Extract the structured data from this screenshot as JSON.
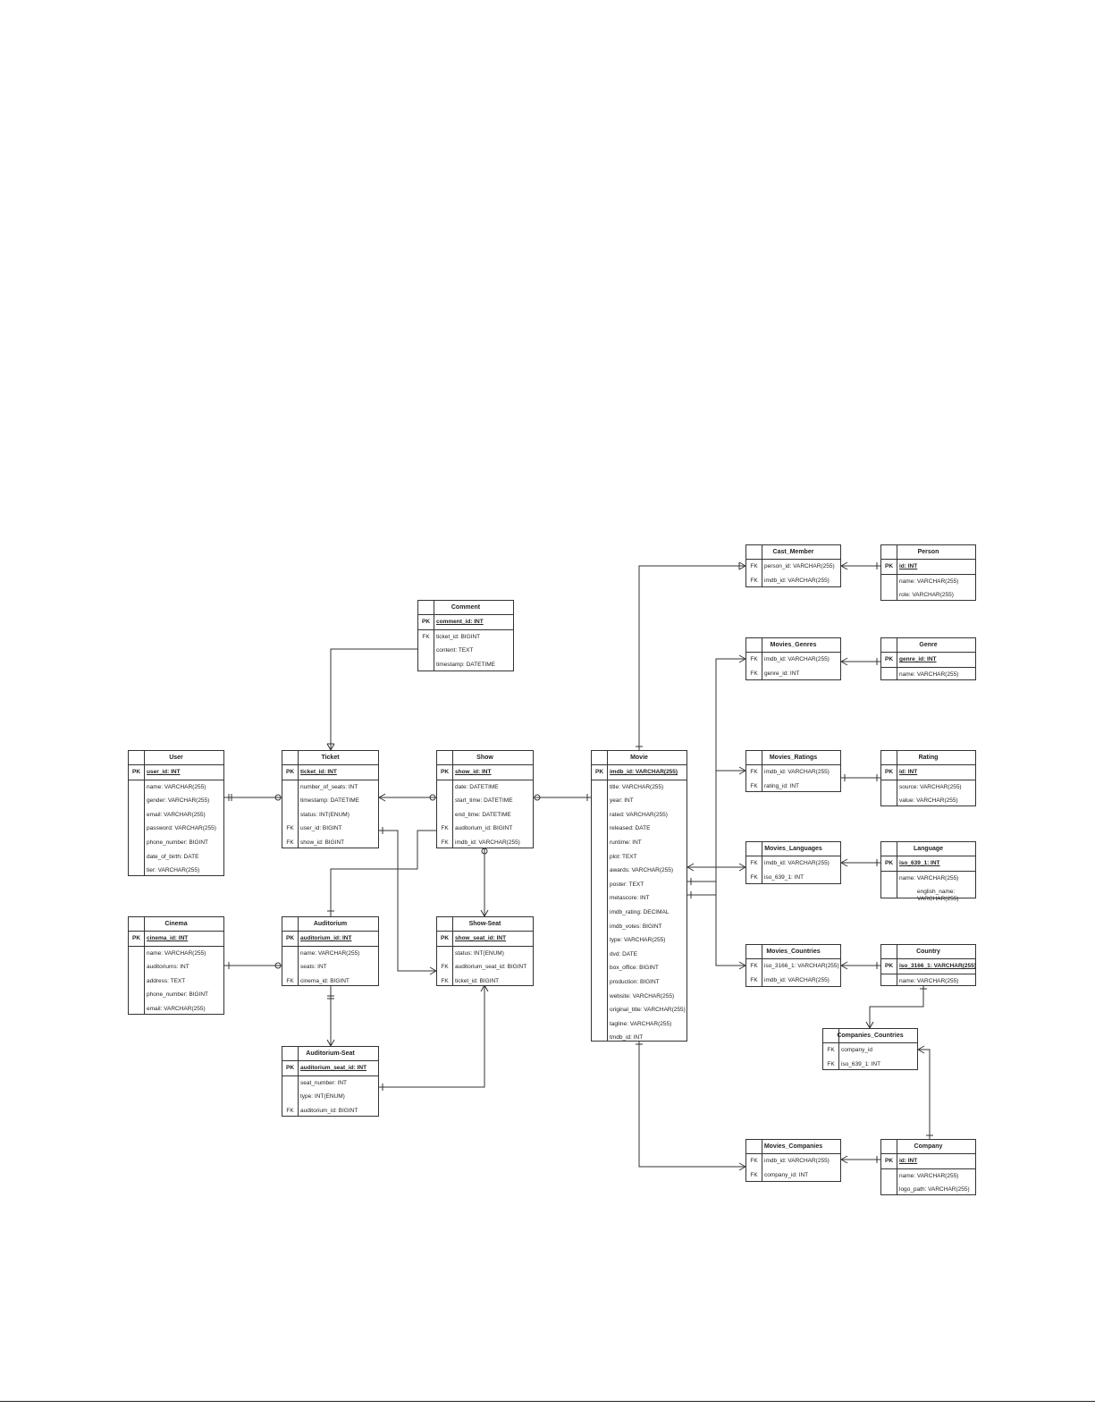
{
  "entities": [
    {
      "id": "cast_member",
      "title": "Cast_Member",
      "rows": [
        {
          "key": "FK",
          "field": "person_id: VARCHAR(255)"
        },
        {
          "key": "FK",
          "field": "imdb_id: VARCHAR(255)"
        }
      ]
    },
    {
      "id": "person",
      "title": "Person",
      "rows": [
        {
          "key": "PK",
          "field": "id: INT"
        },
        {
          "key": "",
          "field": "name: VARCHAR(255)"
        },
        {
          "key": "",
          "field": "role: VARCHAR(255)"
        }
      ]
    },
    {
      "id": "comment",
      "title": "Comment",
      "rows": [
        {
          "key": "PK",
          "field": "comment_id: INT"
        },
        {
          "key": "FK",
          "field": "ticket_id: BIGINT"
        },
        {
          "key": "",
          "field": "content: TEXT"
        },
        {
          "key": "",
          "field": "timestamp: DATETIME"
        }
      ]
    },
    {
      "id": "movies_genres",
      "title": "Movies_Genres",
      "rows": [
        {
          "key": "FK",
          "field": "imdb_id: VARCHAR(255)"
        },
        {
          "key": "FK",
          "field": "genre_id: INT"
        }
      ]
    },
    {
      "id": "genre",
      "title": "Genre",
      "rows": [
        {
          "key": "PK",
          "field": "genre_id: INT"
        },
        {
          "key": "",
          "field": "name: VARCHAR(255)"
        }
      ]
    },
    {
      "id": "user",
      "title": "User",
      "rows": [
        {
          "key": "PK",
          "field": "user_id: INT"
        },
        {
          "key": "",
          "field": "name: VARCHAR(255)"
        },
        {
          "key": "",
          "field": "gender: VARCHAR(255)"
        },
        {
          "key": "",
          "field": "email: VARCHAR(255)"
        },
        {
          "key": "",
          "field": "password: VARCHAR(255)"
        },
        {
          "key": "",
          "field": "phone_number: BIGINT"
        },
        {
          "key": "",
          "field": "date_of_birth: DATE"
        },
        {
          "key": "",
          "field": "tier: VARCHAR(255)"
        }
      ]
    },
    {
      "id": "ticket",
      "title": "Ticket",
      "rows": [
        {
          "key": "PK",
          "field": "ticket_id: INT"
        },
        {
          "key": "",
          "field": "number_of_seats: INT"
        },
        {
          "key": "",
          "field": "timestamp: DATETIME"
        },
        {
          "key": "",
          "field": "status: INT(ENUM)"
        },
        {
          "key": "FK",
          "field": "user_id: BIGINT"
        },
        {
          "key": "FK",
          "field": "show_id: BIGINT"
        }
      ]
    },
    {
      "id": "show",
      "title": "Show",
      "rows": [
        {
          "key": "PK",
          "field": "show_id: INT"
        },
        {
          "key": "",
          "field": "date: DATETIME"
        },
        {
          "key": "",
          "field": "start_time: DATETIME"
        },
        {
          "key": "",
          "field": "end_time: DATETIME"
        },
        {
          "key": "FK",
          "field": "auditorium_id: BIGINT"
        },
        {
          "key": "FK",
          "field": "imdb_id: VARCHAR(255)"
        }
      ]
    },
    {
      "id": "movie",
      "title": "Movie",
      "rows": [
        {
          "key": "PK",
          "field": "imdb_id: VARCHAR(255)"
        },
        {
          "key": "",
          "field": "title: VARCHAR(255)"
        },
        {
          "key": "",
          "field": "year: INT"
        },
        {
          "key": "",
          "field": "rated: VARCHAR(255)"
        },
        {
          "key": "",
          "field": "released: DATE"
        },
        {
          "key": "",
          "field": "runtime: INT"
        },
        {
          "key": "",
          "field": "plot: TEXT"
        },
        {
          "key": "",
          "field": "awards: VARCHAR(255)"
        },
        {
          "key": "",
          "field": "poster: TEXT"
        },
        {
          "key": "",
          "field": "metascore: INT"
        },
        {
          "key": "",
          "field": "imdb_rating: DECIMAL"
        },
        {
          "key": "",
          "field": "imdb_votes: BIGINT"
        },
        {
          "key": "",
          "field": "type: VARCHAR(255)"
        },
        {
          "key": "",
          "field": "dvd: DATE"
        },
        {
          "key": "",
          "field": "box_office: BIGINT"
        },
        {
          "key": "",
          "field": "production: BIGINT"
        },
        {
          "key": "",
          "field": "website: VARCHAR(255)"
        },
        {
          "key": "",
          "field": "original_title: VARCHAR(255)"
        },
        {
          "key": "",
          "field": "tagline: VARCHAR(255)"
        },
        {
          "key": "",
          "field": "tmdb_id: INT"
        }
      ]
    },
    {
      "id": "movies_ratings",
      "title": "Movies_Ratings",
      "rows": [
        {
          "key": "FK",
          "field": "imdb_id: VARCHAR(255)"
        },
        {
          "key": "FK",
          "field": "rating_id: INT"
        }
      ]
    },
    {
      "id": "rating",
      "title": "Rating",
      "rows": [
        {
          "key": "PK",
          "field": "id: INT"
        },
        {
          "key": "",
          "field": "source: VARCHAR(255)"
        },
        {
          "key": "",
          "field": "value: VARCHAR(255)"
        }
      ]
    },
    {
      "id": "movies_languages",
      "title": "Movies_Languages",
      "rows": [
        {
          "key": "FK",
          "field": "imdb_id: VARCHAR(255)"
        },
        {
          "key": "FK",
          "field": "iso_639_1: INT"
        }
      ]
    },
    {
      "id": "language",
      "title": "Language",
      "rows": [
        {
          "key": "PK",
          "field": "iso_639_1: INT"
        },
        {
          "key": "",
          "field": "name: VARCHAR(255)"
        },
        {
          "key": "",
          "field": "english_name: VARCHAR(255)"
        }
      ]
    },
    {
      "id": "cinema",
      "title": "Cinema",
      "rows": [
        {
          "key": "PK",
          "field": "cinema_id: INT"
        },
        {
          "key": "",
          "field": "name: VARCHAR(255)"
        },
        {
          "key": "",
          "field": "auditoriums: INT"
        },
        {
          "key": "",
          "field": "address: TEXT"
        },
        {
          "key": "",
          "field": "phone_number: BIGINT"
        },
        {
          "key": "",
          "field": "email: VARCHAR(255)"
        }
      ]
    },
    {
      "id": "auditorium",
      "title": "Auditorium",
      "rows": [
        {
          "key": "PK",
          "field": "auditorium_id: INT"
        },
        {
          "key": "",
          "field": "name: VARCHAR(255)"
        },
        {
          "key": "",
          "field": "seats: INT"
        },
        {
          "key": "FK",
          "field": "cinema_id: BIGINT"
        }
      ]
    },
    {
      "id": "show_seat",
      "title": "Show-Seat",
      "rows": [
        {
          "key": "PK",
          "field": "show_seat_id: INT"
        },
        {
          "key": "",
          "field": "status: INT(ENUM)"
        },
        {
          "key": "FK",
          "field": "auditorium_seat_id: BIGINT"
        },
        {
          "key": "FK",
          "field": "ticket_id: BIGINT"
        }
      ]
    },
    {
      "id": "movies_countries",
      "title": "Movies_Countries",
      "rows": [
        {
          "key": "FK",
          "field": "iso_3166_1: VARCHAR(255)"
        },
        {
          "key": "FK",
          "field": "imdb_id: VARCHAR(255)"
        }
      ]
    },
    {
      "id": "country",
      "title": "Country",
      "rows": [
        {
          "key": "PK",
          "field": "iso_3166_1: VARCHAR(255)"
        },
        {
          "key": "",
          "field": "name: VARCHAR(255)"
        }
      ]
    },
    {
      "id": "companies_countries",
      "title": "Companies_Countries",
      "rows": [
        {
          "key": "FK",
          "field": "company_id"
        },
        {
          "key": "FK",
          "field": "iso_639_1: INT"
        }
      ]
    },
    {
      "id": "auditorium_seat",
      "title": "Auditorium-Seat",
      "rows": [
        {
          "key": "PK",
          "field": "auditorium_seat_id: INT"
        },
        {
          "key": "",
          "field": "seat_number: INT"
        },
        {
          "key": "",
          "field": "type: INT(ENUM)"
        },
        {
          "key": "FK",
          "field": "auditorium_id: BIGINT"
        }
      ]
    },
    {
      "id": "movies_companies",
      "title": "Movies_Companies",
      "rows": [
        {
          "key": "FK",
          "field": "imdb_id: VARCHAR(255)"
        },
        {
          "key": "FK",
          "field": "company_id: INT"
        }
      ]
    },
    {
      "id": "company",
      "title": "Company",
      "rows": [
        {
          "key": "PK",
          "field": "id: INT"
        },
        {
          "key": "",
          "field": "name: VARCHAR(255)"
        },
        {
          "key": "",
          "field": "logo_path: VARCHAR(255)"
        }
      ]
    }
  ],
  "relationships": [
    {
      "from": "user",
      "to": "ticket",
      "from_card": "one",
      "to_card": "zero-or-many"
    },
    {
      "from": "ticket",
      "to": "show",
      "from_card": "one-or-many",
      "to_card": "zero-or-one"
    },
    {
      "from": "show",
      "to": "movie",
      "from_card": "zero-or-many",
      "to_card": "one"
    },
    {
      "from": "comment",
      "to": "ticket",
      "from_card": "one",
      "to_card": "zero-or-many"
    },
    {
      "from": "movie",
      "to": "cast_member",
      "from_card": "one",
      "to_card": "one-or-many"
    },
    {
      "from": "person",
      "to": "cast_member",
      "from_card": "one",
      "to_card": "one-or-many"
    },
    {
      "from": "movie",
      "to": "movies_genres",
      "from_card": "one",
      "to_card": "one-or-many"
    },
    {
      "from": "genre",
      "to": "movies_genres",
      "from_card": "one",
      "to_card": "one-or-many"
    },
    {
      "from": "movie",
      "to": "movies_ratings",
      "from_card": "one",
      "to_card": "one-or-many"
    },
    {
      "from": "rating",
      "to": "movies_ratings",
      "from_card": "one",
      "to_card": "one"
    },
    {
      "from": "movie",
      "to": "movies_languages",
      "from_card": "one-or-many",
      "to_card": "one-or-many"
    },
    {
      "from": "language",
      "to": "movies_languages",
      "from_card": "one",
      "to_card": "one-or-many"
    },
    {
      "from": "movie",
      "to": "movies_countries",
      "from_card": "one",
      "to_card": "one-or-many"
    },
    {
      "from": "country",
      "to": "movies_countries",
      "from_card": "one",
      "to_card": "one-or-many"
    },
    {
      "from": "country",
      "to": "companies_countries",
      "from_card": "one",
      "to_card": "one-or-many"
    },
    {
      "from": "company",
      "to": "companies_countries",
      "from_card": "one",
      "to_card": "one-or-many"
    },
    {
      "from": "movie",
      "to": "movies_companies",
      "from_card": "one",
      "to_card": "one-or-many"
    },
    {
      "from": "company",
      "to": "movies_companies",
      "from_card": "one",
      "to_card": "one-or-many"
    },
    {
      "from": "cinema",
      "to": "auditorium",
      "from_card": "one",
      "to_card": "zero-or-many"
    },
    {
      "from": "show",
      "to": "auditorium",
      "from_card": "zero-or-many",
      "to_card": "one"
    },
    {
      "from": "auditorium",
      "to": "auditorium_seat",
      "from_card": "one",
      "to_card": "zero-or-many"
    },
    {
      "from": "show",
      "to": "show_seat",
      "from_card": "zero-or-one",
      "to_card": "zero-or-many"
    },
    {
      "from": "ticket",
      "to": "show_seat",
      "from_card": "one",
      "to_card": "zero-or-many"
    },
    {
      "from": "auditorium_seat",
      "to": "show_seat",
      "from_card": "one",
      "to_card": "zero-or-many"
    }
  ]
}
